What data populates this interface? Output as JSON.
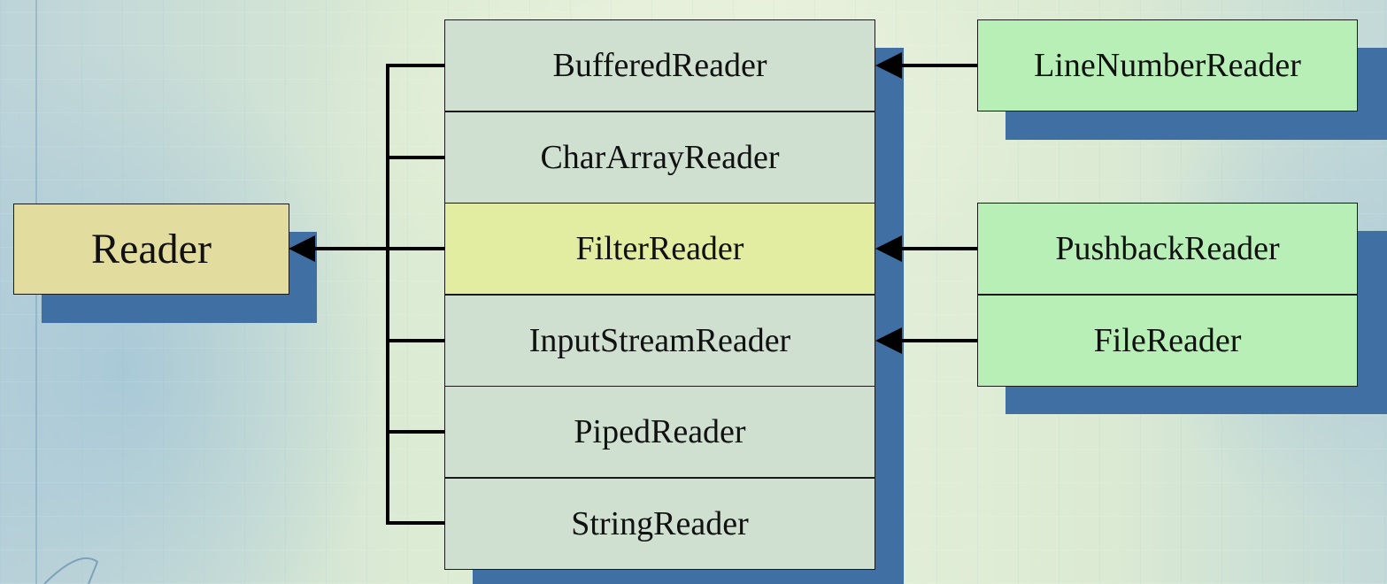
{
  "diagram": {
    "root": {
      "label": "Reader"
    },
    "subclasses": [
      {
        "label": "BufferedReader"
      },
      {
        "label": "CharArrayReader"
      },
      {
        "label": "FilterReader"
      },
      {
        "label": "InputStreamReader"
      },
      {
        "label": "PipedReader"
      },
      {
        "label": "StringReader"
      }
    ],
    "derived": [
      {
        "label": "LineNumberReader",
        "parent": "BufferedReader"
      },
      {
        "label": "PushbackReader",
        "parent": "FilterReader"
      },
      {
        "label": "FileReader",
        "parent": "InputStreamReader"
      }
    ],
    "colors": {
      "root_fill": "#e2dc9f",
      "subclass_fill": "#cfe0d0",
      "highlight_fill": "#e2eda2",
      "derived_fill": "#b8efb6",
      "shadow": "#3f6fa3",
      "line": "#000000"
    }
  }
}
